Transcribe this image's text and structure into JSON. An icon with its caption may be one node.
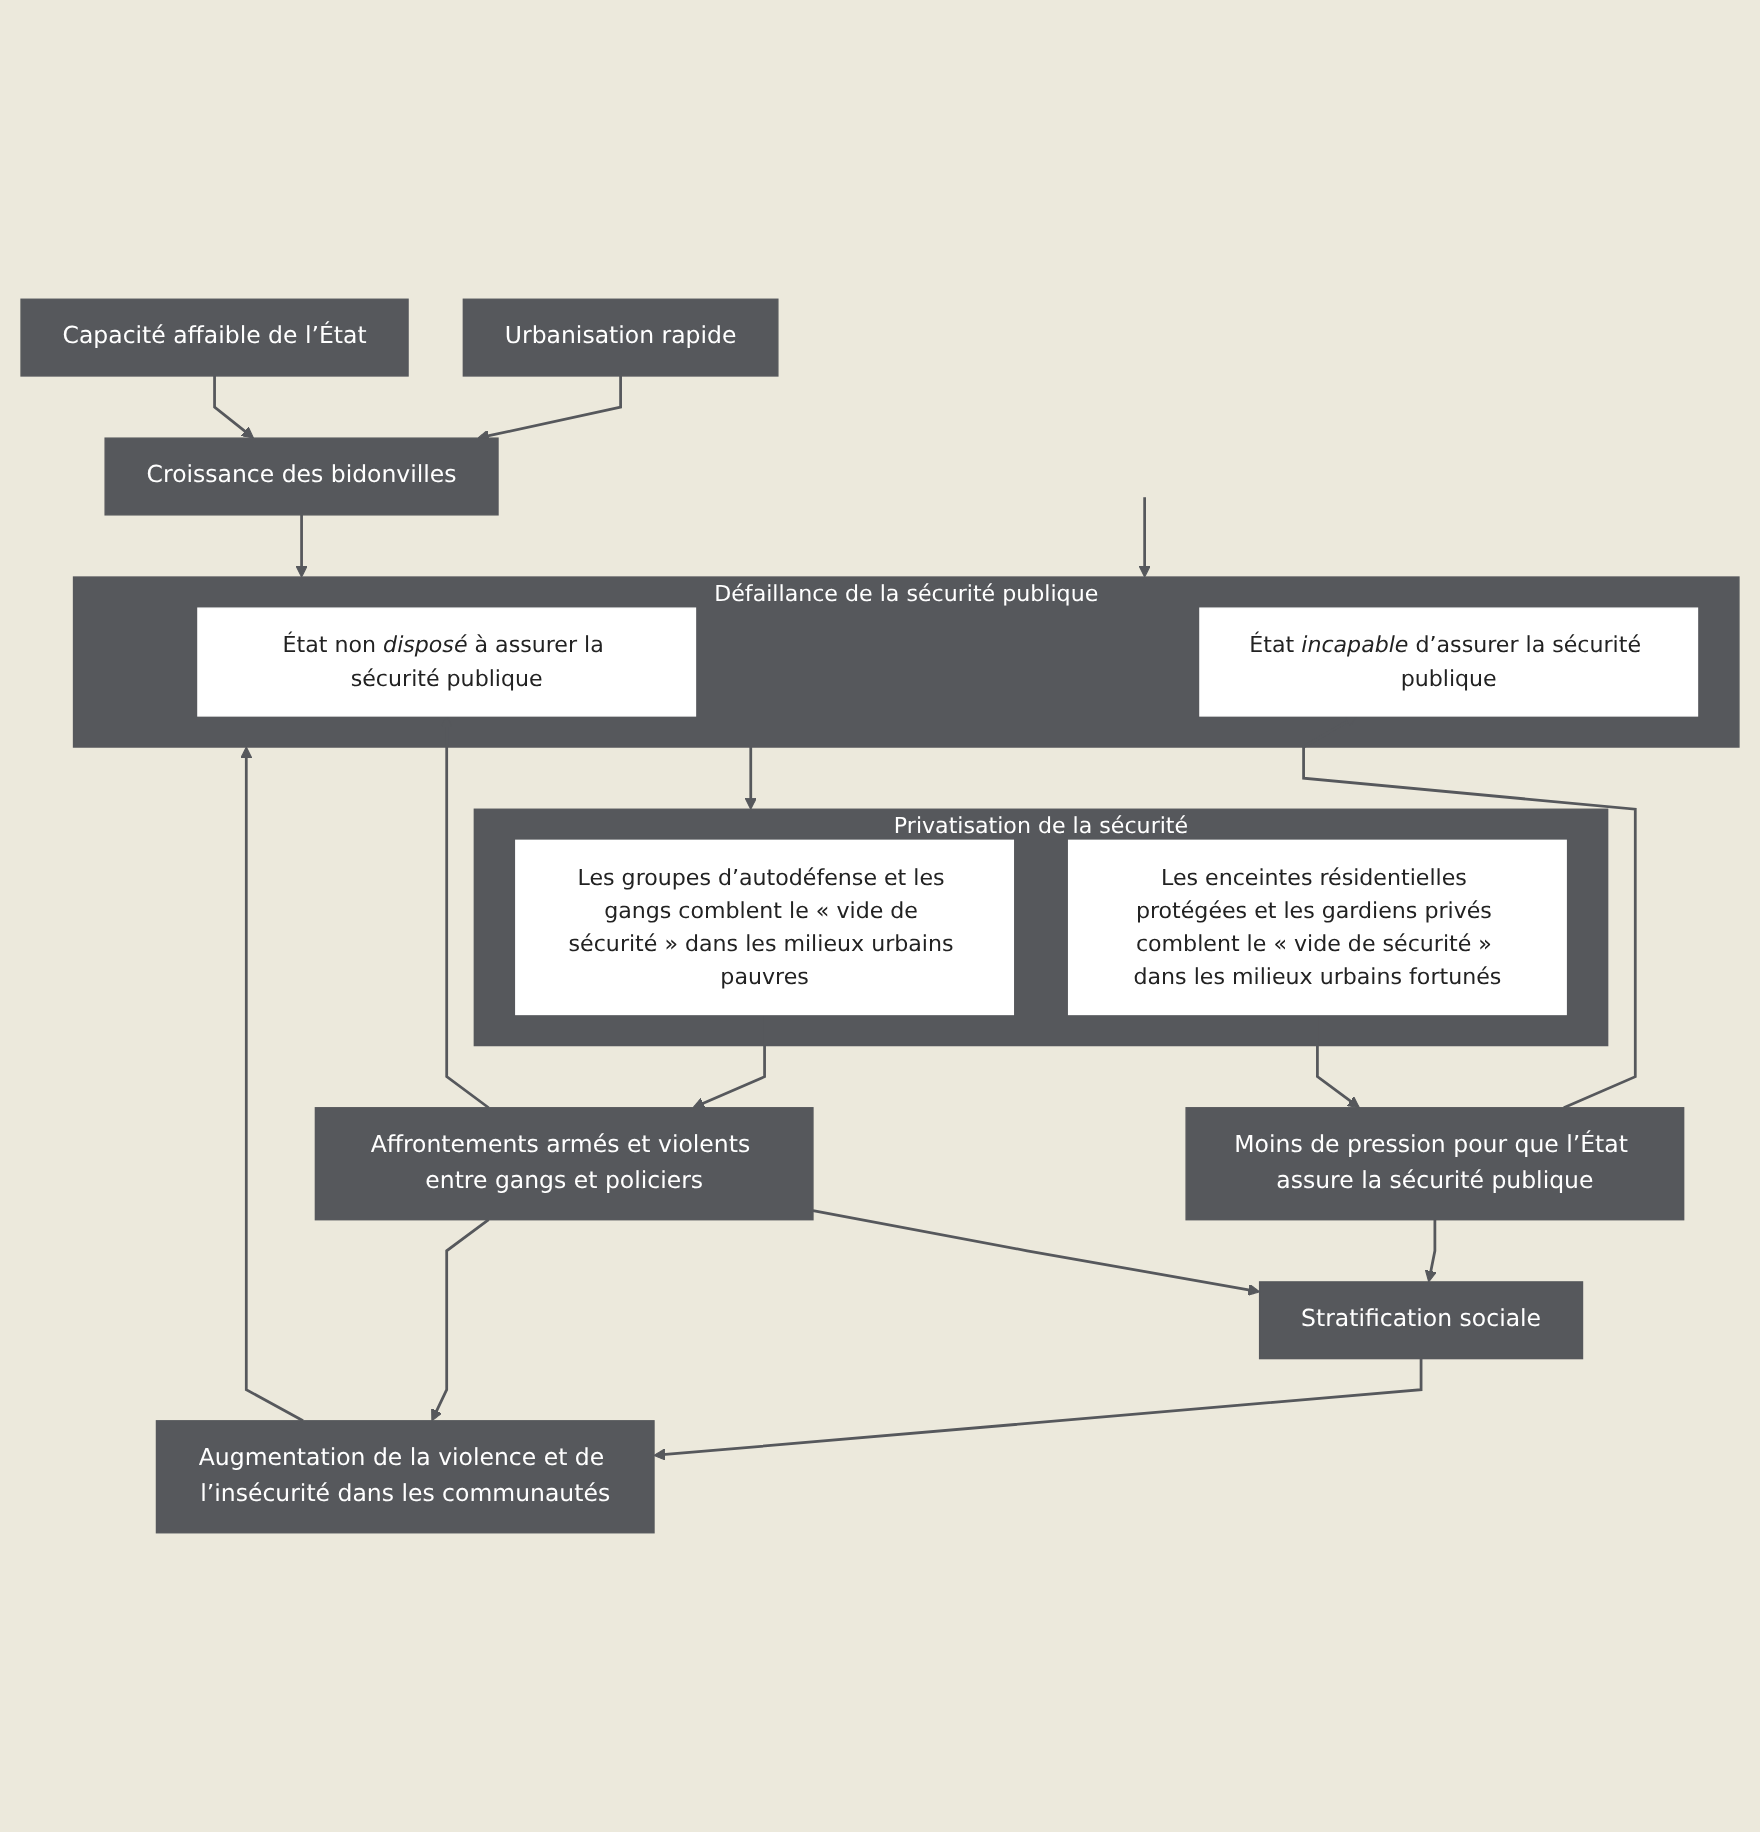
{
  "diagram": {
    "nodes": [
      {
        "text": [
          "Urbanisation rapide"
        ]
      },
      {
        "text": [
          "Croissance des bidonvilles"
        ]
      },
      {
        "text": [
          "Capacité affaible de l’État"
        ]
      },
      {
        "text": [
          "Défaillance de la sécurité publique"
        ]
      },
      {
        "text": [
          "État non *disposé* à assurer la sécurité publique"
        ],
        "in": 3
      },
      {
        "text": [
          "État *incapable* d’assurer la sécurité publique"
        ],
        "in": 3
      },
      {
        "text": [
          "Privatisation de la sécurité"
        ]
      },
      {
        "text": [
          "Les groupes d’autodéfense et les gangs comblent le « vide de sécurité » dans les milieux urbains pauvres"
        ],
        "in": 6
      },
      {
        "text": [
          "Les enceintes résidentielles protégées et les gardiens privés comblent le « vide de sécurité » dans les milieux urbains fortunés"
        ],
        "in": 6
      },
      {
        "text": [
          "Affrontements armés et violents entre gangs et policiers"
        ]
      },
      {
        "text": [
          "Moins de pression pour que l’État assure la sécurité publique"
        ]
      },
      {
        "text": [
          "Stratification sociale"
        ]
      },
      {
        "text": [
          "Augmentation de la violence et de l’insécurité dans les communautés"
        ]
      }
    ],
    "edges": [
      {
        "from": 0,
        "to": 1,
        "arrow": "to"
      },
      {
        "from": 2,
        "to": 1,
        "arrow": "to"
      },
      {
        "from": 1,
        "to": 3,
        "arrow": "to"
      },
      {
        "from": null,
        "to": 3,
        "arrow": "to"
      },
      {
        "from": 3,
        "to": 6,
        "arrow": "to"
      },
      {
        "from": 7,
        "to": 9,
        "arrow": "to"
      },
      {
        "from": 8,
        "to": 10,
        "arrow": "to"
      },
      {
        "from": 9,
        "to": 4,
        "arrow": "to"
      },
      {
        "from": 10,
        "to": 5,
        "arrow": "to"
      },
      {
        "from": 9,
        "to": 11,
        "arrow": "to"
      },
      {
        "from": 10,
        "to": 11,
        "arrow": "to"
      },
      {
        "from": 9,
        "to": 12,
        "arrow": "to"
      },
      {
        "from": 11,
        "to": 12,
        "arrow": "to"
      },
      {
        "from": 12,
        "to": 3,
        "arrow": "to"
      }
    ]
  }
}
